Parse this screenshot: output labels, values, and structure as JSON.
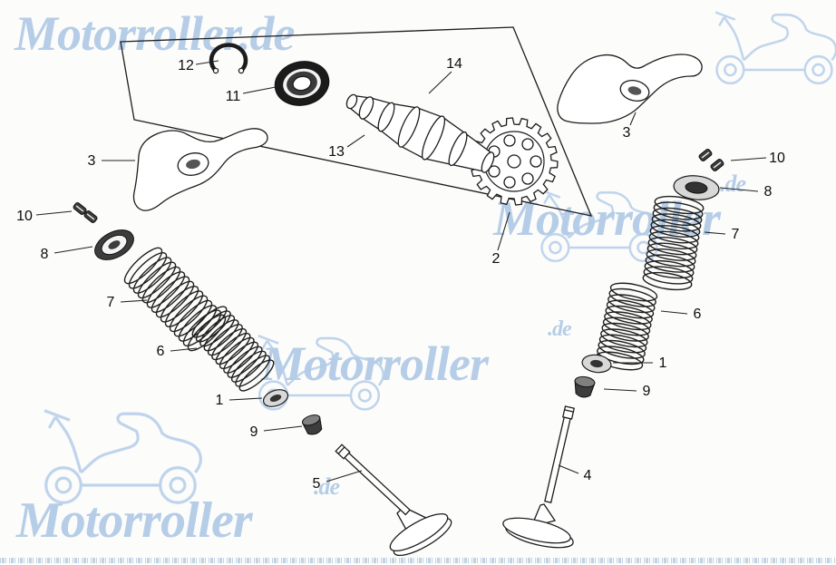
{
  "watermarks": {
    "brand": "Motorroller.de",
    "brand_name": "Motorroller",
    "brand_domain": ".de",
    "color": "#b6cde7"
  },
  "diagram": {
    "callouts": {
      "n1": "1",
      "n2": "2",
      "n3": "3",
      "n4": "4",
      "n5": "5",
      "n6": "6",
      "n7": "7",
      "n8": "8",
      "n9": "9",
      "n10": "10",
      "n11": "11",
      "n12": "12",
      "n13": "13",
      "n14": "14"
    }
  }
}
